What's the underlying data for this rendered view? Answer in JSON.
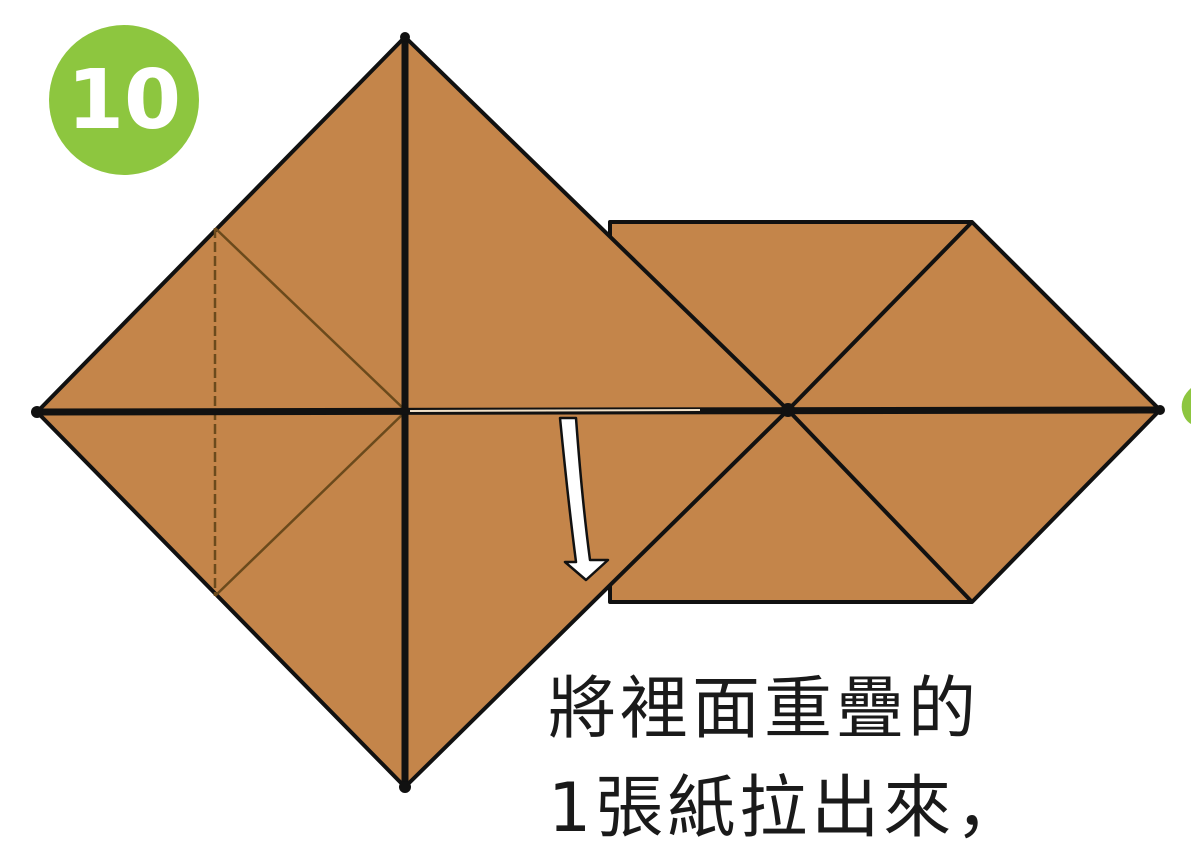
{
  "step": {
    "number": "10",
    "badge_color": "#8dc63f"
  },
  "paper": {
    "fill_color": "#c4854a",
    "crease_color": "#111111",
    "fold_guide_color": "#6b4a1c"
  },
  "arrow": {
    "color": "#ffffff",
    "outline": "#111111"
  },
  "instruction": {
    "line1": "將裡面重疊的",
    "line2": "1張紙拉出來，"
  }
}
